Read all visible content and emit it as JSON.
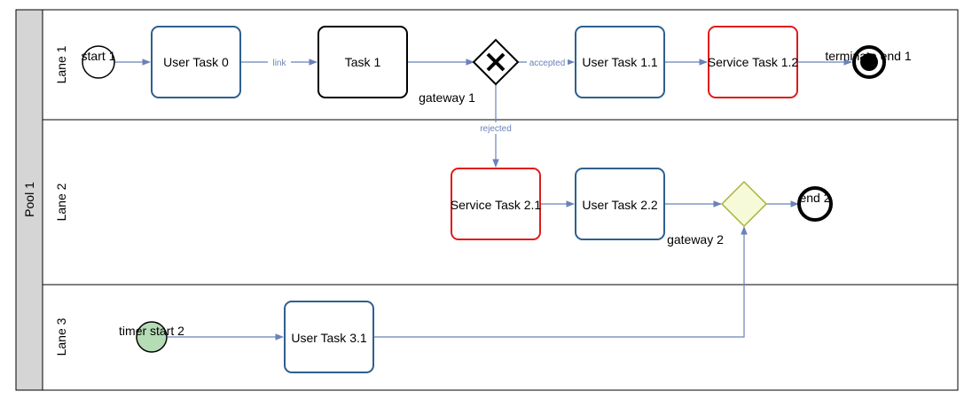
{
  "pool": {
    "label": "Pool 1"
  },
  "lanes": [
    {
      "label": "Lane 1"
    },
    {
      "label": "Lane 2"
    },
    {
      "label": "Lane 3"
    }
  ],
  "nodes": {
    "start1": {
      "label": "start 1",
      "type": "start-event"
    },
    "user_task_0": {
      "label": "User Task 0",
      "type": "user-task"
    },
    "task_1": {
      "label": "Task 1",
      "type": "task"
    },
    "gateway_1": {
      "label": "gateway 1",
      "type": "exclusive-gateway"
    },
    "user_task_1_1": {
      "label": "User Task 1.1",
      "type": "user-task"
    },
    "service_task_1_2": {
      "label": "Service Task 1.2",
      "type": "service-task"
    },
    "terminate_end_1": {
      "label": "terminate end 1",
      "type": "terminate-end-event"
    },
    "service_task_2_1": {
      "label": "Service Task 2.1",
      "type": "service-task"
    },
    "user_task_2_2": {
      "label": "User Task 2.2",
      "type": "user-task"
    },
    "gateway_2": {
      "label": "gateway 2",
      "type": "gateway"
    },
    "end_2": {
      "label": "end 2",
      "type": "end-event"
    },
    "timer_start_2": {
      "label": "timer start 2",
      "type": "timer-start-event"
    },
    "user_task_3_1": {
      "label": "User Task 3.1",
      "type": "user-task"
    }
  },
  "edges": {
    "link": {
      "label": "link"
    },
    "accepted": {
      "label": "accepted"
    },
    "rejected": {
      "label": "rejected"
    }
  },
  "colors": {
    "flow": "#6b82b8",
    "user_task_border": "#2e5f8f",
    "service_task_border": "#e01b1b",
    "gateway_2_fill": "#f6fad8",
    "gateway_2_border": "#a8b43c",
    "timer_start_fill": "#b5dcb5",
    "pool_header": "#d5d5d5"
  }
}
